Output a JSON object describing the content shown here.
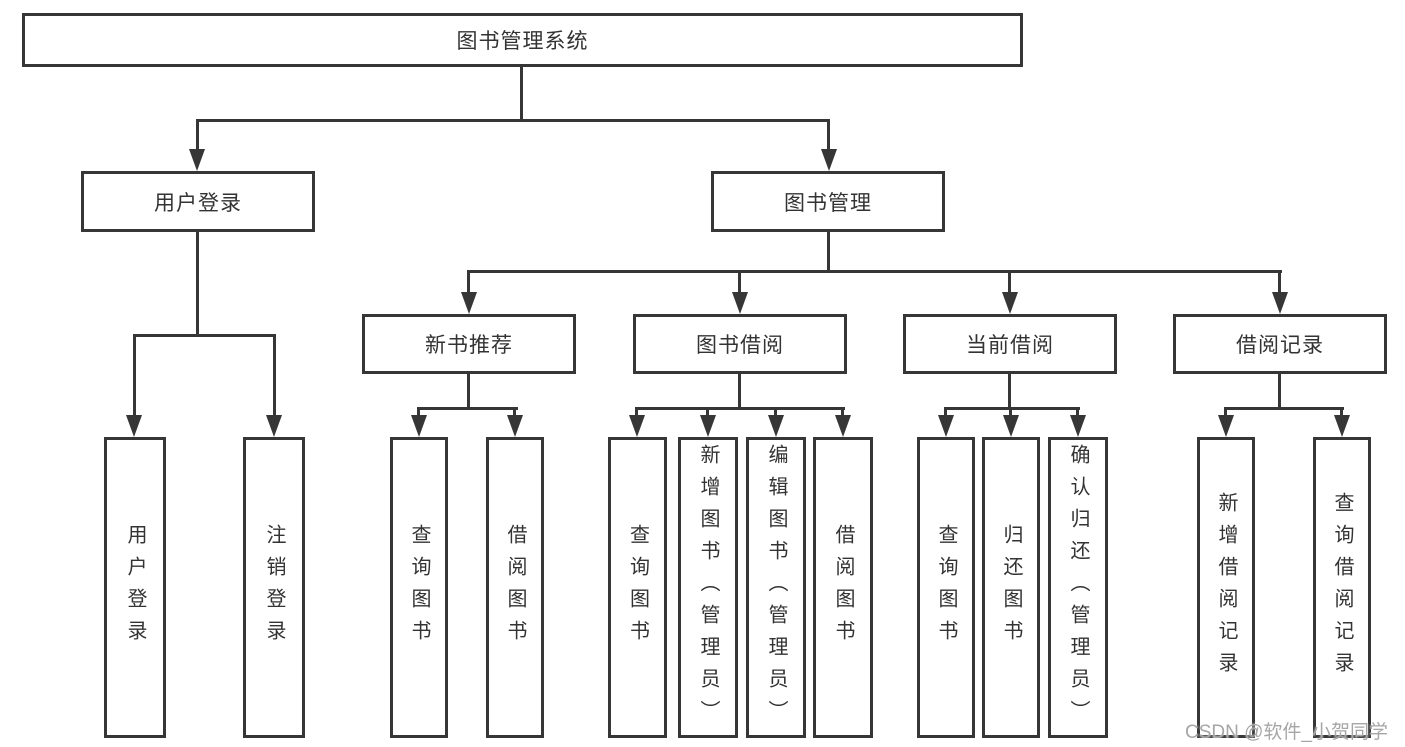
{
  "tree": {
    "root": {
      "label": "图书管理系统",
      "children": [
        {
          "label": "用户登录",
          "children": [
            {
              "label": "用户登录"
            },
            {
              "label": "注销登录"
            }
          ]
        },
        {
          "label": "图书管理",
          "children": [
            {
              "label": "新书推荐",
              "children": [
                {
                  "label": "查询图书"
                },
                {
                  "label": "借阅图书"
                }
              ]
            },
            {
              "label": "图书借阅",
              "children": [
                {
                  "label": "查询图书"
                },
                {
                  "label": "新增图书（管理员）"
                },
                {
                  "label": "编辑图书（管理员）"
                },
                {
                  "label": "借阅图书"
                }
              ]
            },
            {
              "label": "当前借阅",
              "children": [
                {
                  "label": "查询图书"
                },
                {
                  "label": "归还图书"
                },
                {
                  "label": "确认归还（管理员）"
                }
              ]
            },
            {
              "label": "借阅记录",
              "children": [
                {
                  "label": "新增借阅记录"
                },
                {
                  "label": "查询借阅记录"
                }
              ]
            }
          ]
        }
      ]
    }
  },
  "watermark": {
    "text": "CSDN @软件_小贺同学"
  },
  "colors": {
    "line": "#363636",
    "text": "#333333",
    "background": "#ffffff",
    "watermark": "#a6a6a6"
  }
}
